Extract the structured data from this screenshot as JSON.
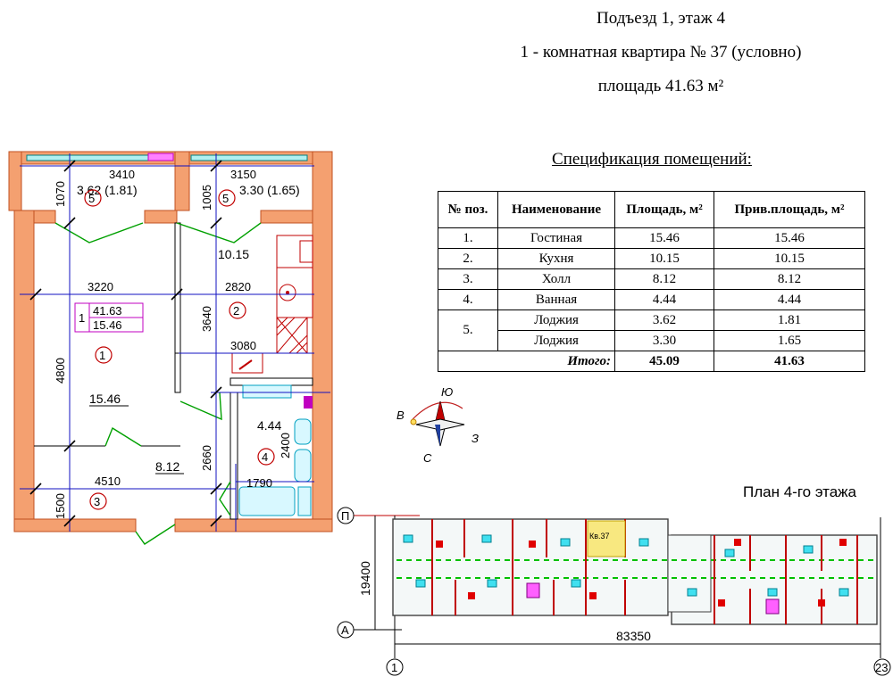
{
  "header": {
    "line1": "Подъезд 1, этаж 4",
    "line2": "1 - комнатная квартира № 37 (условно)",
    "line3": "площадь 41.63 м²"
  },
  "spec": {
    "title": "Спецификация помещений:",
    "headers": [
      "№ поз.",
      "Наименование",
      "Площадь, м²",
      "Прив.площадь, м²"
    ],
    "rows": [
      {
        "pos": "1.",
        "name": "Гостиная",
        "area": "15.46",
        "reduced": "15.46"
      },
      {
        "pos": "2.",
        "name": "Кухня",
        "area": "10.15",
        "reduced": "10.15"
      },
      {
        "pos": "3.",
        "name": "Холл",
        "area": "8.12",
        "reduced": "8.12"
      },
      {
        "pos": "4.",
        "name": "Ванная",
        "area": "4.44",
        "reduced": "4.44"
      },
      {
        "pos": "5.",
        "name": "Лоджия",
        "area": "3.62",
        "reduced": "1.81"
      },
      {
        "pos": "",
        "name": "Лоджия",
        "area": "3.30",
        "reduced": "1.65"
      }
    ],
    "total_label": "Итого:",
    "total_area": "45.09",
    "total_reduced": "41.63"
  },
  "plan": {
    "dims": {
      "d3410": "3410",
      "d3150": "3150",
      "d1070": "1070",
      "d1005": "1005",
      "d3220": "3220",
      "d2820": "2820",
      "d4800": "4800",
      "d3640": "3640",
      "d3080": "3080",
      "d2660": "2660",
      "d2400": "2400",
      "d4510": "4510",
      "d1790": "1790",
      "d1500": "1500"
    },
    "loggia1_area": "3.62 (1.81)",
    "loggia2_area": "3.30 (1.65)",
    "kitchen_area": "10.15",
    "living_area": "15.46",
    "hall_area": "8.12",
    "bath_area": "4.44",
    "room_labels": {
      "r1": "1",
      "r2": "2",
      "r3": "3",
      "r4": "4",
      "r5a": "5",
      "r5b": "5"
    },
    "apt_box": {
      "rooms": "1",
      "total": "41.63",
      "living": "15.46"
    }
  },
  "compass": {
    "n": "Ю",
    "e": "З",
    "s": "С",
    "w": "В"
  },
  "floor_plan": {
    "label": "План 4-го этажа",
    "axis_top": "П",
    "axis_bottom": "А",
    "axis_left": "1",
    "axis_right": "23",
    "height_dim": "19400",
    "width_dim": "83350",
    "apt_tag": "Кв.37"
  },
  "colors": {
    "wall": "#f08040",
    "dim": "#1010c0",
    "door": "#00a000",
    "box": "#c000c0",
    "kitchen": "#c00000"
  }
}
